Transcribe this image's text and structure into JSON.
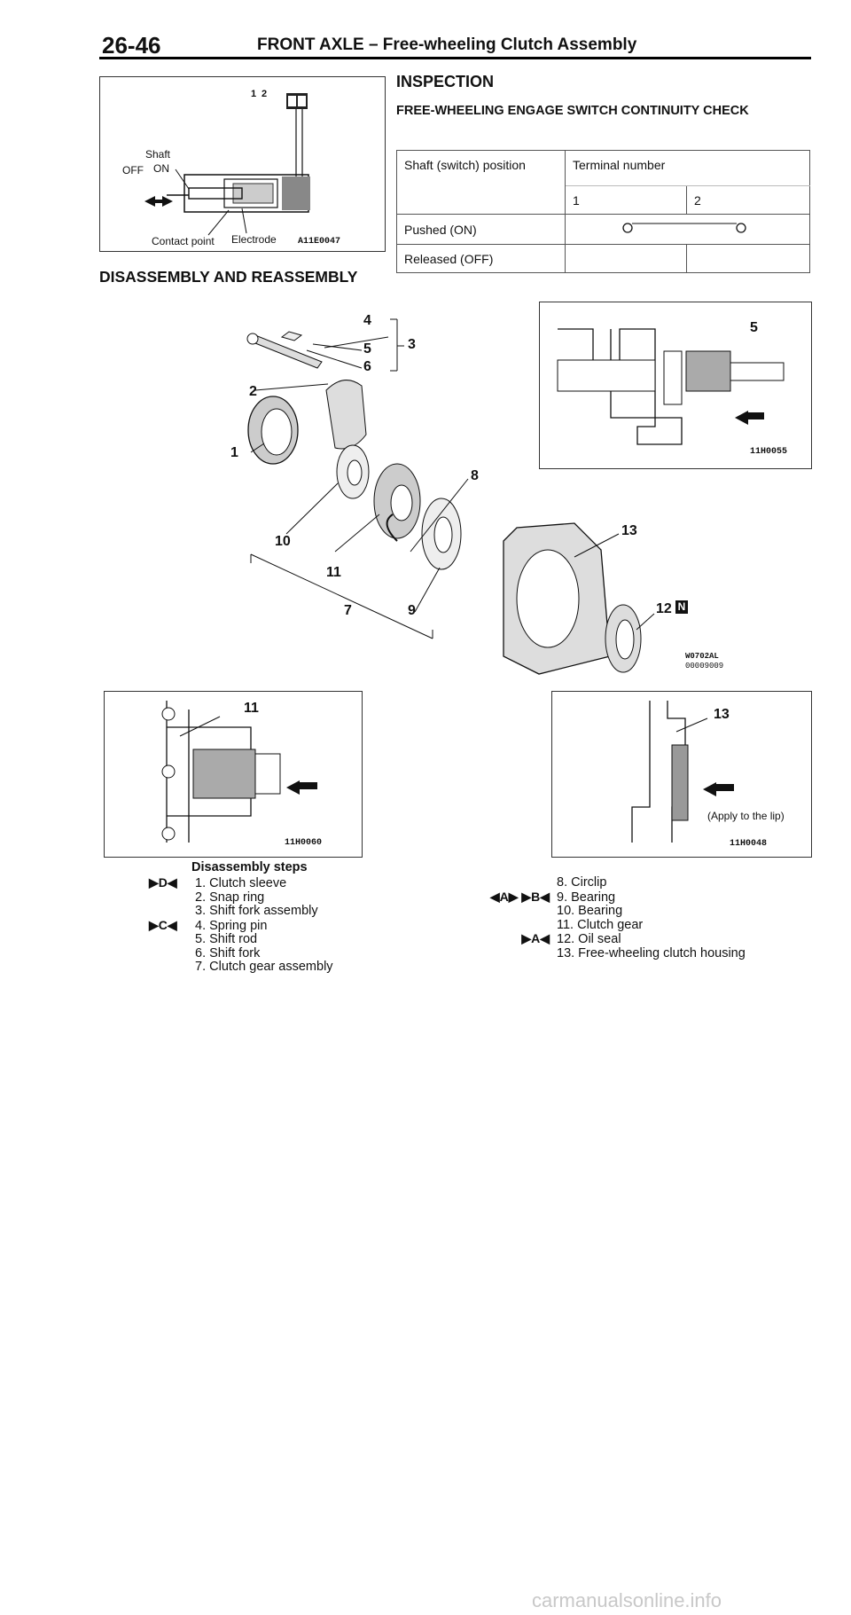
{
  "header": {
    "page_number": "26-46",
    "title": "FRONT AXLE – Free-wheeling Clutch Assembly"
  },
  "figure_switch": {
    "code": "A11E0047",
    "terminals": [
      "1",
      "2"
    ],
    "labels": {
      "shaft": "Shaft",
      "off": "OFF",
      "on": "ON",
      "contact_point": "Contact point",
      "electrode": "Electrode"
    }
  },
  "inspection": {
    "heading": "INSPECTION",
    "subheading": "FREE-WHEELING ENGAGE SWITCH CONTINUITY CHECK",
    "table": {
      "col1_header": "Shaft (switch) position",
      "col2_header": "Terminal number",
      "terminals": [
        "1",
        "2"
      ],
      "rows": [
        {
          "position": "Pushed (ON)",
          "continuity": true
        },
        {
          "position": "Released (OFF)",
          "continuity": false
        }
      ]
    }
  },
  "disassembly": {
    "heading": "DISASSEMBLY AND REASSEMBLY",
    "exploded_figure": {
      "code": "W0702AL",
      "subcode": "00009009",
      "callouts": [
        "1",
        "2",
        "3",
        "4",
        "5",
        "6",
        "7",
        "8",
        "9",
        "10",
        "11",
        "12",
        "13"
      ],
      "n_marker": "N"
    },
    "fig_shift_rod": {
      "code": "11H0055",
      "callout": "5"
    },
    "fig_clutch_gear": {
      "code": "11H0060",
      "callout": "11"
    },
    "fig_housing": {
      "code": "11H0048",
      "callout": "13",
      "note": "(Apply to the lip)"
    },
    "steps_title": "Disassembly steps",
    "steps_left": [
      {
        "mark": "▶D◀",
        "text": "1. Clutch sleeve"
      },
      {
        "mark": "",
        "text": "2. Snap ring"
      },
      {
        "mark": "",
        "text": "3. Shift fork assembly"
      },
      {
        "mark": "▶C◀",
        "text": "4. Spring pin"
      },
      {
        "mark": "",
        "text": "5. Shift rod"
      },
      {
        "mark": "",
        "text": "6. Shift fork"
      },
      {
        "mark": "",
        "text": "7. Clutch gear assembly"
      }
    ],
    "steps_right": [
      {
        "mark": "",
        "text": "8. Circlip"
      },
      {
        "mark": "◀A▶ ▶B◀",
        "text": "9. Bearing"
      },
      {
        "mark": "",
        "text": "10. Bearing"
      },
      {
        "mark": "",
        "text": "11. Clutch gear"
      },
      {
        "mark": "▶A◀",
        "text": "12. Oil seal"
      },
      {
        "mark": "",
        "text": "13. Free-wheeling clutch housing"
      }
    ]
  },
  "footer": {
    "watermark": "carmanualsonline.info"
  }
}
